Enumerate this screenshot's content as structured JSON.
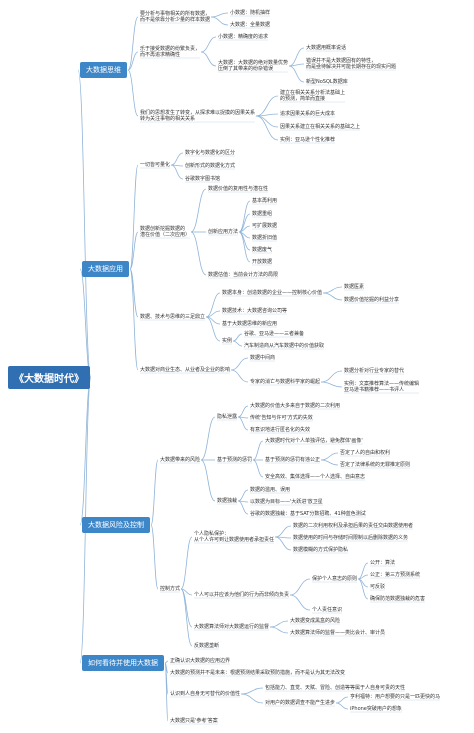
{
  "root": "《大数据时代》",
  "branches": {
    "b1": "大数据思维",
    "b2": "大数据应用",
    "b3": "大数据风险及控制",
    "b4": "如何看待并使用大数据"
  },
  "b1": {
    "s1": "要分析与事物相关的所有数据，\n而不是依靠分析少量的样本数据",
    "s1a": "小数据：随机抽样",
    "s1b": "大数据：全量数据",
    "s2": "乐于接受数据的纷繁负责，\n而不再追求精确性",
    "s2a": "小数据：精确度的追求",
    "s2b": "大数据：大数据的绝对数量优势\n压倒了其带来的纷杂错误",
    "s2b1": "大数据用概率说话",
    "s2b2": "错误并不是大数据固有的特性，\n而是亟待解决并可能长期存在的现实问题",
    "s2b3": "新型NoSQL数据库",
    "s3": "我们的思想发生了转变，从探求难以捉摸的因果关系\n转为关注事物的相关关系",
    "s3a": "建立在相关关系分析法基础上\n的预测，简单而直接",
    "s3b": "追求因果关系的巨大成本",
    "s3c": "因果关系建立在相关关系的基础之上",
    "s3d": "实例：亚马逊个性化推荐"
  },
  "b2": {
    "s1": "一切皆可量化",
    "s1a": "数字化与数据化的区分",
    "s1b": "创新形式的数据化方式",
    "s1c": "谷歌数字图书馆",
    "s2": "数据创新挖掘数据的\n潜在价值（二次应用）",
    "s2a": "数据价值的复用性与潜在性",
    "s2b": "创新应用方法",
    "s2b1": "基本再利用",
    "s2b2": "数据重组",
    "s2b3": "可扩展数据",
    "s2b4": "数据折旧值",
    "s2b5": "数据废气",
    "s2b6": "开放数据",
    "s2c": "数据估值：当前会计方法的局限",
    "s3": "数据、技术与思维的三足鼎立",
    "s3a": "数据本身：创造数据的企业——控制核心价值",
    "s3a1": "数据医素",
    "s3a2": "数据价值挖掘的利益分享",
    "s3b": "数据技术：大数据咨询公司等",
    "s3c": "基于大数据思维的新应用",
    "s3d": "实例",
    "s3d1": "谷歌、亚马逊——三者兼备",
    "s3d2": "汽车制造商从汽车数据中的价值获取",
    "s4": "大数据对商业生态、从业者及企业的影响",
    "s4a": "数据中间商",
    "s4b": "专家的消亡与数据科学家的崛起",
    "s4b1": "数据分析对行业专家的替代",
    "s4b2": "实例：文案推荐算法——传统编辑\n亚马逊书籍推荐——书评人"
  },
  "b3": {
    "s1": "大数据带来的风险",
    "s1a": "隐私泄露",
    "s1a1": "大数据的价值大多来自于数据的二次利用",
    "s1a2": "传统'告知与许可'方式的失效",
    "s1a3": "有意识地进行匿名化的失效",
    "s1b": "基于预测的惩罚",
    "s1b1": "大数据时代对个人单独评估，避免群体'画像'",
    "s1b2": "基于预测的惩罚有违公正",
    "s1b2a": "否定了人的自由和权利",
    "s1b2b": "否定了法律系统的无罪推定原则",
    "s1b3": "安全高效、集体选择——个人选择、自由意志",
    "s1c": "数据独裁",
    "s1c1": "数据的滥用、误用",
    "s1c2": "以数据为目标——'大跃进'放卫星",
    "s1c3": "谷歌的数据独裁：基于SAT分数招聘、41种蓝色测试",
    "s2": "控制方式",
    "s2a": "个人隐私保护：\n从个人许可到让数据使用者承担责任",
    "s2a1": "数据的二次利用权利及承担后果的责任交由数据使用者",
    "s2a2": "数据使用的时间与存储时间限制以后删除数据的义务",
    "s2a3": "数据模糊的方式保护隐私",
    "s2b": "个人可以并应该为他们的行为而非倾向负责",
    "s2b1": "保护个人意志的原则",
    "s2b1a": "公开：算法",
    "s2b1b": "公正：第三方预测系统",
    "s2b1c": "可反驳",
    "s2b1d": "确保防范数据独裁的危害",
    "s2b2": "个人责任意识",
    "s2c": "大数据算法师对大数据运行的监督",
    "s2c1": "大数据变成黑盒的风险",
    "s2c2": "大数据算法师的监督——类比会计、审计员",
    "s2d": "反数据垄断"
  },
  "b4": {
    "s1": "正确认识大数据的应用边界",
    "s2": "大数据的预测并不是未来：根据预测结果采取预防措施，而不是认为其无法改变",
    "s3": "认识到人自身无可替代的价值性",
    "s3a": "包括能力、直觉、天赋、冒险、创造等等属于人自身可贵的天性",
    "s3b": "对用户的数据调查不能产生进步",
    "s3b1": "亨利福特：用户想要的只是一匹更快的马",
    "s3b2": "iPhone突破用户的想象",
    "s4": "大数据只是'参考'答案"
  }
}
